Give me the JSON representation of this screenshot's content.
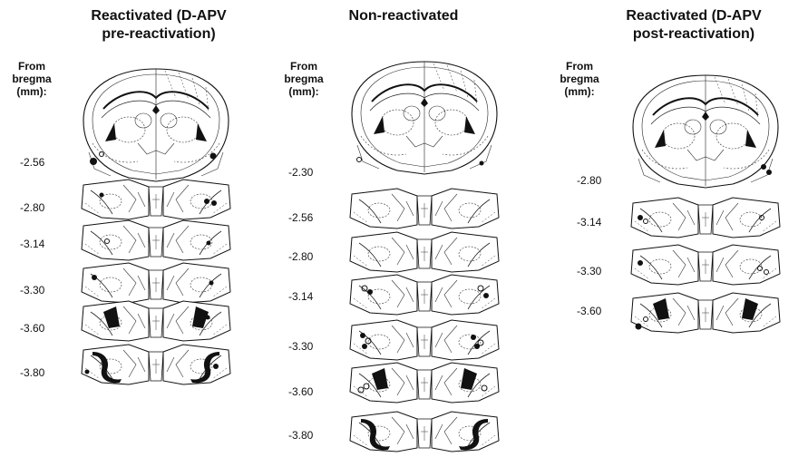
{
  "columns": [
    {
      "title_line1": "Reactivated (D-APV",
      "title_line2": "pre-reactivation)",
      "from_label": [
        "From",
        "bregma",
        "(mm):"
      ],
      "levels": [
        "-2.56",
        "-2.80",
        "-3.14",
        "-3.30",
        "-3.60",
        "-3.80"
      ]
    },
    {
      "title_line1": "Non-reactivated",
      "title_line2": "",
      "from_label": [
        "From",
        "bregma",
        "(mm):"
      ],
      "levels": [
        "-2.30",
        "-2.56",
        "-2.80",
        "-3.14",
        "-3.30",
        "-3.60",
        "-3.80"
      ]
    },
    {
      "title_line1": "Reactivated (D-APV",
      "title_line2": "post-reactivation)",
      "from_label": [
        "From",
        "bregma",
        "(mm):"
      ],
      "levels": [
        "-2.80",
        "-3.14",
        "-3.30",
        "-3.60"
      ]
    }
  ]
}
